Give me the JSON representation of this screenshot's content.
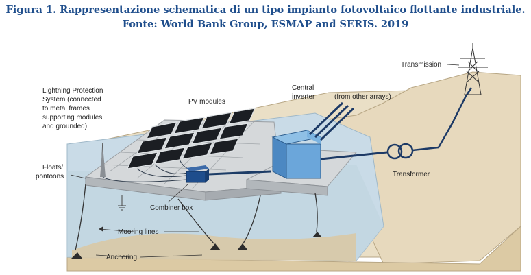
{
  "caption": {
    "line1": "Figura 1. Rappresentazione schematica di un tipo impianto fotovoltaico flottante industriale.",
    "line2": "Fonte: World Bank Group, ESMAP and SERIS. 2019"
  },
  "labels": {
    "transmission": "Transmission",
    "lightning_1": "Lightning Protection",
    "lightning_2": "System (connected",
    "lightning_3": "to metal frames",
    "lightning_4": "supporting modules",
    "lightning_5": "and grounded)",
    "pv_modules": "PV modules",
    "central_1": "Central",
    "central_2": "inverter",
    "other_arrays": "(from other arrays)",
    "floats_1": "Floats/",
    "floats_2": "pontoons",
    "transformer": "Transformer",
    "combiner_box": "Combiner box",
    "mooring_lines": "Mooring lines",
    "anchoring": "Anchoring"
  },
  "colors": {
    "caption": "#1f4e8c",
    "water": "#c7d9e6",
    "earth": "#e8dcc2",
    "inverter": "#5d9bd5",
    "combiner": "#1f4f8f",
    "panel": "#1a1d22",
    "pontoon": "#cfd2d4"
  }
}
